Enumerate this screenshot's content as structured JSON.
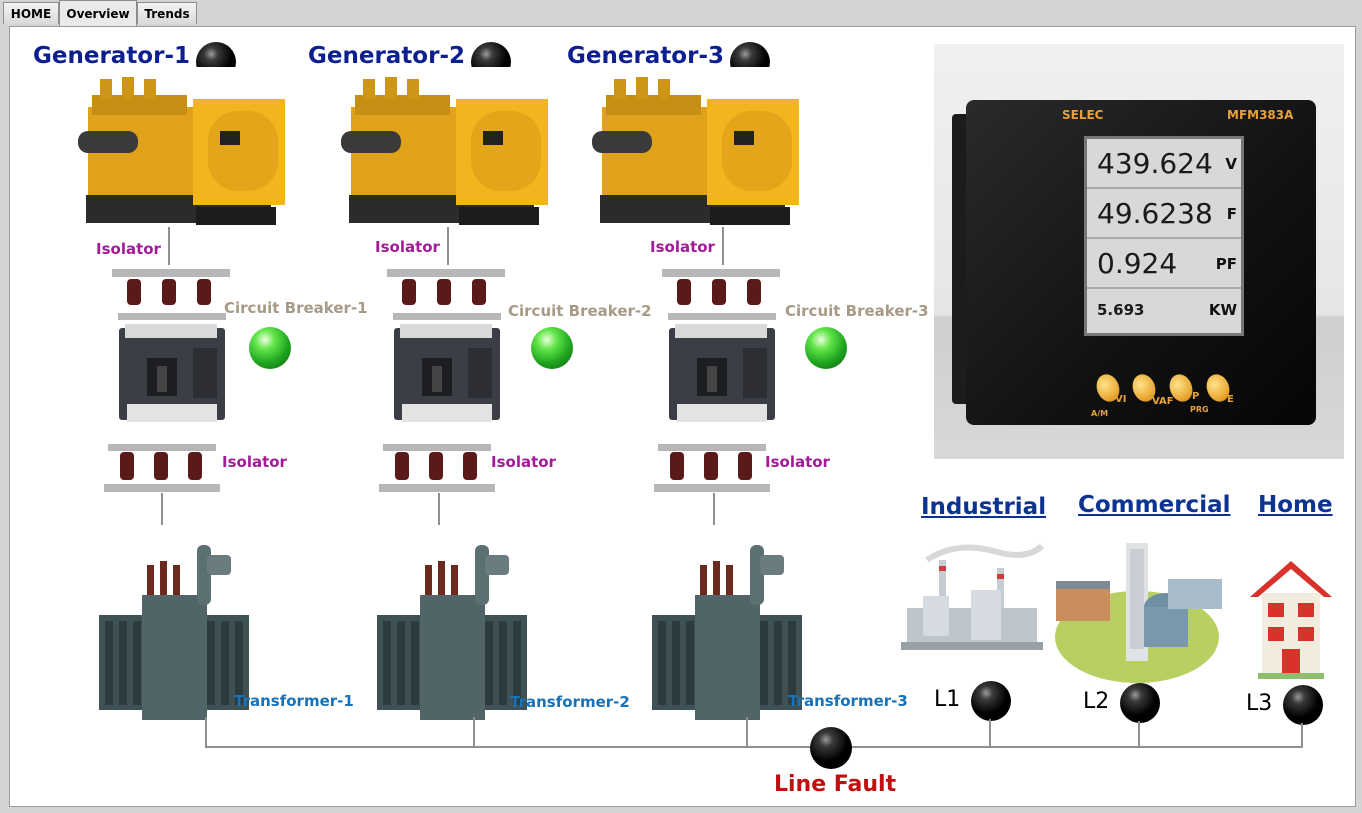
{
  "tabs": [
    {
      "label": "HOME",
      "active": false
    },
    {
      "label": "Overview",
      "active": true
    },
    {
      "label": "Trends",
      "active": false
    }
  ],
  "generators": [
    {
      "title": "Generator-1",
      "lamp": "off",
      "isolator_top": "Isolator",
      "breaker_label": "Circuit Breaker-1",
      "breaker_lamp": "on",
      "isolator_bottom": "Isolator",
      "transformer_label": "Transformer-1"
    },
    {
      "title": "Generator-2",
      "lamp": "off",
      "isolator_top": "Isolator",
      "breaker_label": "Circuit Breaker-2",
      "breaker_lamp": "on",
      "isolator_bottom": "Isolator",
      "transformer_label": "Transformer-2"
    },
    {
      "title": "Generator-3",
      "lamp": "off",
      "isolator_top": "Isolator",
      "breaker_label": "Circuit Breaker-3",
      "breaker_lamp": "on",
      "isolator_bottom": "Isolator",
      "transformer_label": "Transformer-3"
    }
  ],
  "meter": {
    "brand": "SELEC",
    "model": "MFM383A",
    "readings": [
      {
        "value": "439.624",
        "unit": "V"
      },
      {
        "value": "49.6238",
        "unit": "F"
      },
      {
        "value": "0.924",
        "unit": "PF"
      },
      {
        "value": "5.693",
        "unit": "KW"
      }
    ],
    "buttons": [
      "VI",
      "VAF",
      "P",
      "E"
    ],
    "button_sublabels": [
      "A/M",
      "PRG"
    ]
  },
  "loads": [
    {
      "title": "Industrial",
      "label": "L1",
      "lamp": "off"
    },
    {
      "title": "Commercial",
      "label": "L2",
      "lamp": "off"
    },
    {
      "title": "Home",
      "label": "L3",
      "lamp": "off"
    }
  ],
  "line_fault": {
    "label": "Line Fault",
    "lamp": "off"
  },
  "colors": {
    "generator_title": "#0d1f8f",
    "isolator_label": "#a21c98",
    "breaker_label": "#a79a86",
    "transformer_label": "#1872b8",
    "load_title": "#0c3391",
    "fault_label": "#c00f0f",
    "generator_body": "#f2b51e",
    "lamp_on": "#3fd23a",
    "lamp_off": "#000000"
  },
  "icons": [
    "generator-icon",
    "isolator-icon",
    "circuit-breaker-icon",
    "transformer-icon",
    "factory-icon",
    "office-building-icon",
    "house-icon",
    "indicator-lamp-icon"
  ]
}
